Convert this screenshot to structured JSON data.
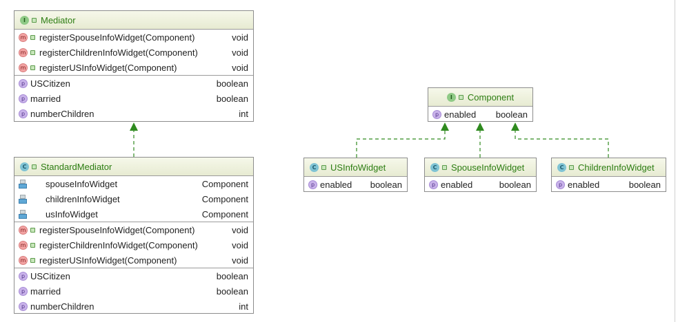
{
  "mediator": {
    "name": "Mediator",
    "kind": "interface",
    "methods": [
      {
        "name": "registerSpouseInfoWidget(Component)",
        "type": "void"
      },
      {
        "name": "registerChildrenInfoWidget(Component)",
        "type": "void"
      },
      {
        "name": "registerUSInfoWidget(Component)",
        "type": "void"
      }
    ],
    "properties": [
      {
        "name": "USCitizen",
        "type": "boolean"
      },
      {
        "name": "married",
        "type": "boolean"
      },
      {
        "name": "numberChildren",
        "type": "int"
      }
    ]
  },
  "standard_mediator": {
    "name": "StandardMediator",
    "kind": "class",
    "fields": [
      {
        "name": "spouseInfoWidget",
        "type": "Component"
      },
      {
        "name": "childrenInfoWidget",
        "type": "Component"
      },
      {
        "name": "usInfoWidget",
        "type": "Component"
      }
    ],
    "methods": [
      {
        "name": "registerSpouseInfoWidget(Component)",
        "type": "void"
      },
      {
        "name": "registerChildrenInfoWidget(Component)",
        "type": "void"
      },
      {
        "name": "registerUSInfoWidget(Component)",
        "type": "void"
      }
    ],
    "properties": [
      {
        "name": "USCitizen",
        "type": "boolean"
      },
      {
        "name": "married",
        "type": "boolean"
      },
      {
        "name": "numberChildren",
        "type": "int"
      }
    ]
  },
  "component": {
    "name": "Component",
    "kind": "interface",
    "properties": [
      {
        "name": "enabled",
        "type": "boolean"
      }
    ]
  },
  "us_info_widget": {
    "name": "USInfoWidget",
    "kind": "class",
    "properties": [
      {
        "name": "enabled",
        "type": "boolean"
      }
    ]
  },
  "spouse_info_widget": {
    "name": "SpouseInfoWidget",
    "kind": "class",
    "properties": [
      {
        "name": "enabled",
        "type": "boolean"
      }
    ]
  },
  "children_info_widget": {
    "name": "ChildrenInfoWidget",
    "kind": "class",
    "properties": [
      {
        "name": "enabled",
        "type": "boolean"
      }
    ]
  },
  "badges": {
    "interface": "I",
    "class": "C",
    "method": "m",
    "property": "p"
  },
  "colors": {
    "title": "#2c7d12",
    "edge": "#2f8a1f",
    "border": "#8c8c8c"
  },
  "icons": {
    "lock": "public-lock-icon",
    "field": "field-icon"
  }
}
